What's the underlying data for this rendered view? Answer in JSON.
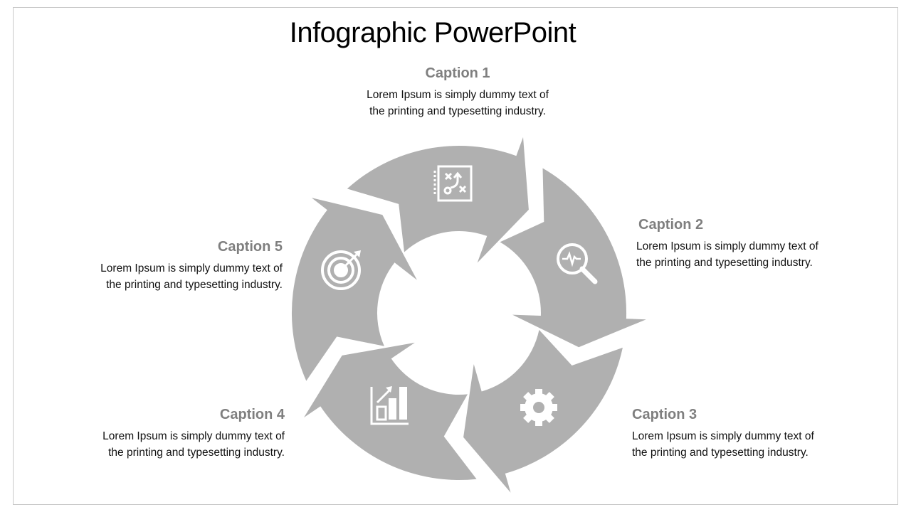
{
  "title": "Infographic PowerPoint",
  "colors": {
    "shape": "#b0b0b0",
    "caption": "#7f7f7f",
    "icon": "#ffffff"
  },
  "steps": [
    {
      "caption": "Caption 1",
      "line1": "Lorem Ipsum is simply dummy text of",
      "line2": "the printing and typesetting industry.",
      "icon": "strategy-board-icon"
    },
    {
      "caption": "Caption 2",
      "line1": "Lorem Ipsum is simply dummy text of",
      "line2": "the printing and typesetting industry.",
      "icon": "magnifier-analytics-icon"
    },
    {
      "caption": "Caption 3",
      "line1": "Lorem Ipsum is simply dummy text of",
      "line2": "the printing and typesetting industry.",
      "icon": "gear-icon"
    },
    {
      "caption": "Caption 4",
      "line1": "Lorem Ipsum is simply dummy text of",
      "line2": "the printing and typesetting industry.",
      "icon": "bar-chart-growth-icon"
    },
    {
      "caption": "Caption 5",
      "line1": "Lorem Ipsum is simply dummy text of",
      "line2": "the printing and typesetting industry.",
      "icon": "target-icon"
    }
  ]
}
